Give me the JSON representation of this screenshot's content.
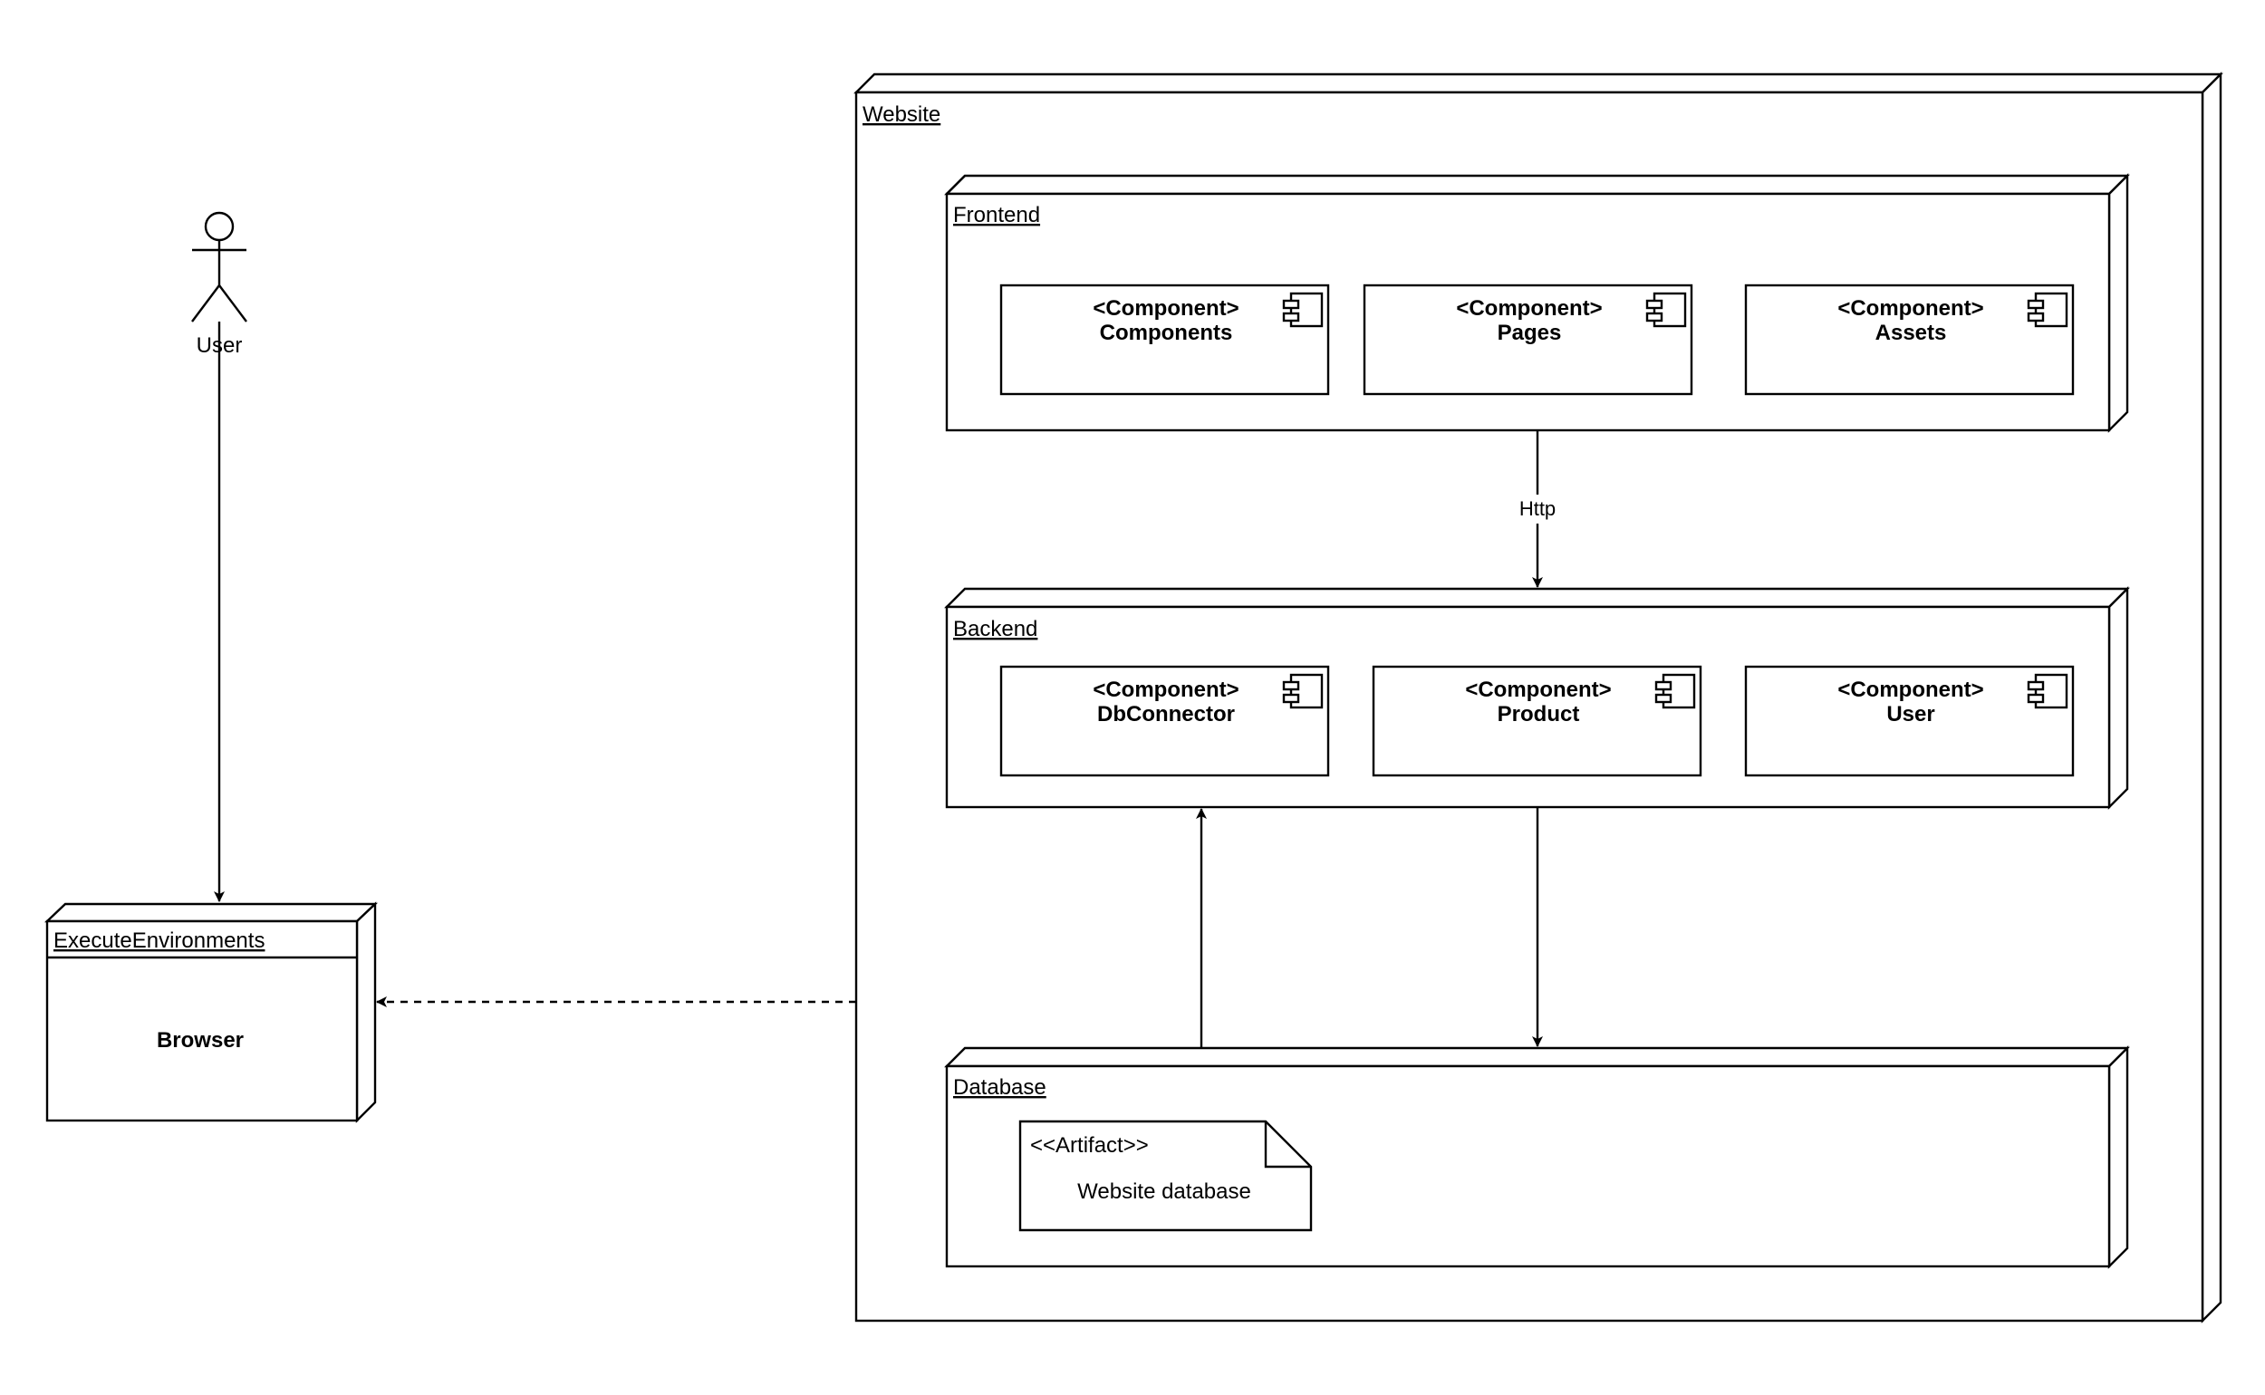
{
  "actor": {
    "label": "User"
  },
  "execute_environments": {
    "title": "ExecuteEnvironments",
    "body": "Browser"
  },
  "website": {
    "title": "Website",
    "frontend": {
      "title": "Frontend",
      "components": [
        {
          "stereotype": "<Component>",
          "name": "Components"
        },
        {
          "stereotype": "<Component>",
          "name": "Pages"
        },
        {
          "stereotype": "<Component>",
          "name": "Assets"
        }
      ]
    },
    "backend": {
      "title": "Backend",
      "components": [
        {
          "stereotype": "<Component>",
          "name": "DbConnector"
        },
        {
          "stereotype": "<Component>",
          "name": "Product"
        },
        {
          "stereotype": "<Component>",
          "name": "User"
        }
      ]
    },
    "database": {
      "title": "Database",
      "artifact": {
        "stereotype": "<<Artifact>>",
        "name": "Website database"
      }
    }
  },
  "connectors": {
    "frontend_to_backend_label": "Http"
  }
}
